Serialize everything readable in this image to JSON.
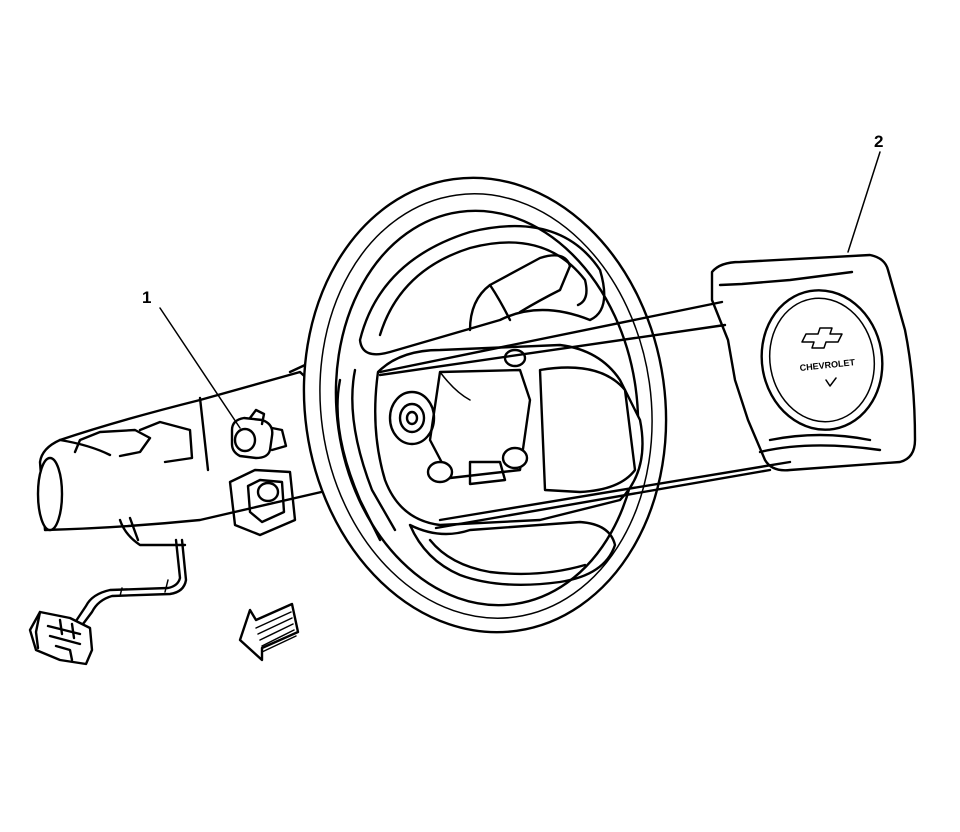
{
  "callouts": {
    "one": "1",
    "two": "2"
  },
  "emblem": {
    "brand": "CHEVROLET"
  },
  "icons": {
    "direction_arrow": "arrow-down-left-icon",
    "bowtie": "bowtie-logo-icon"
  }
}
